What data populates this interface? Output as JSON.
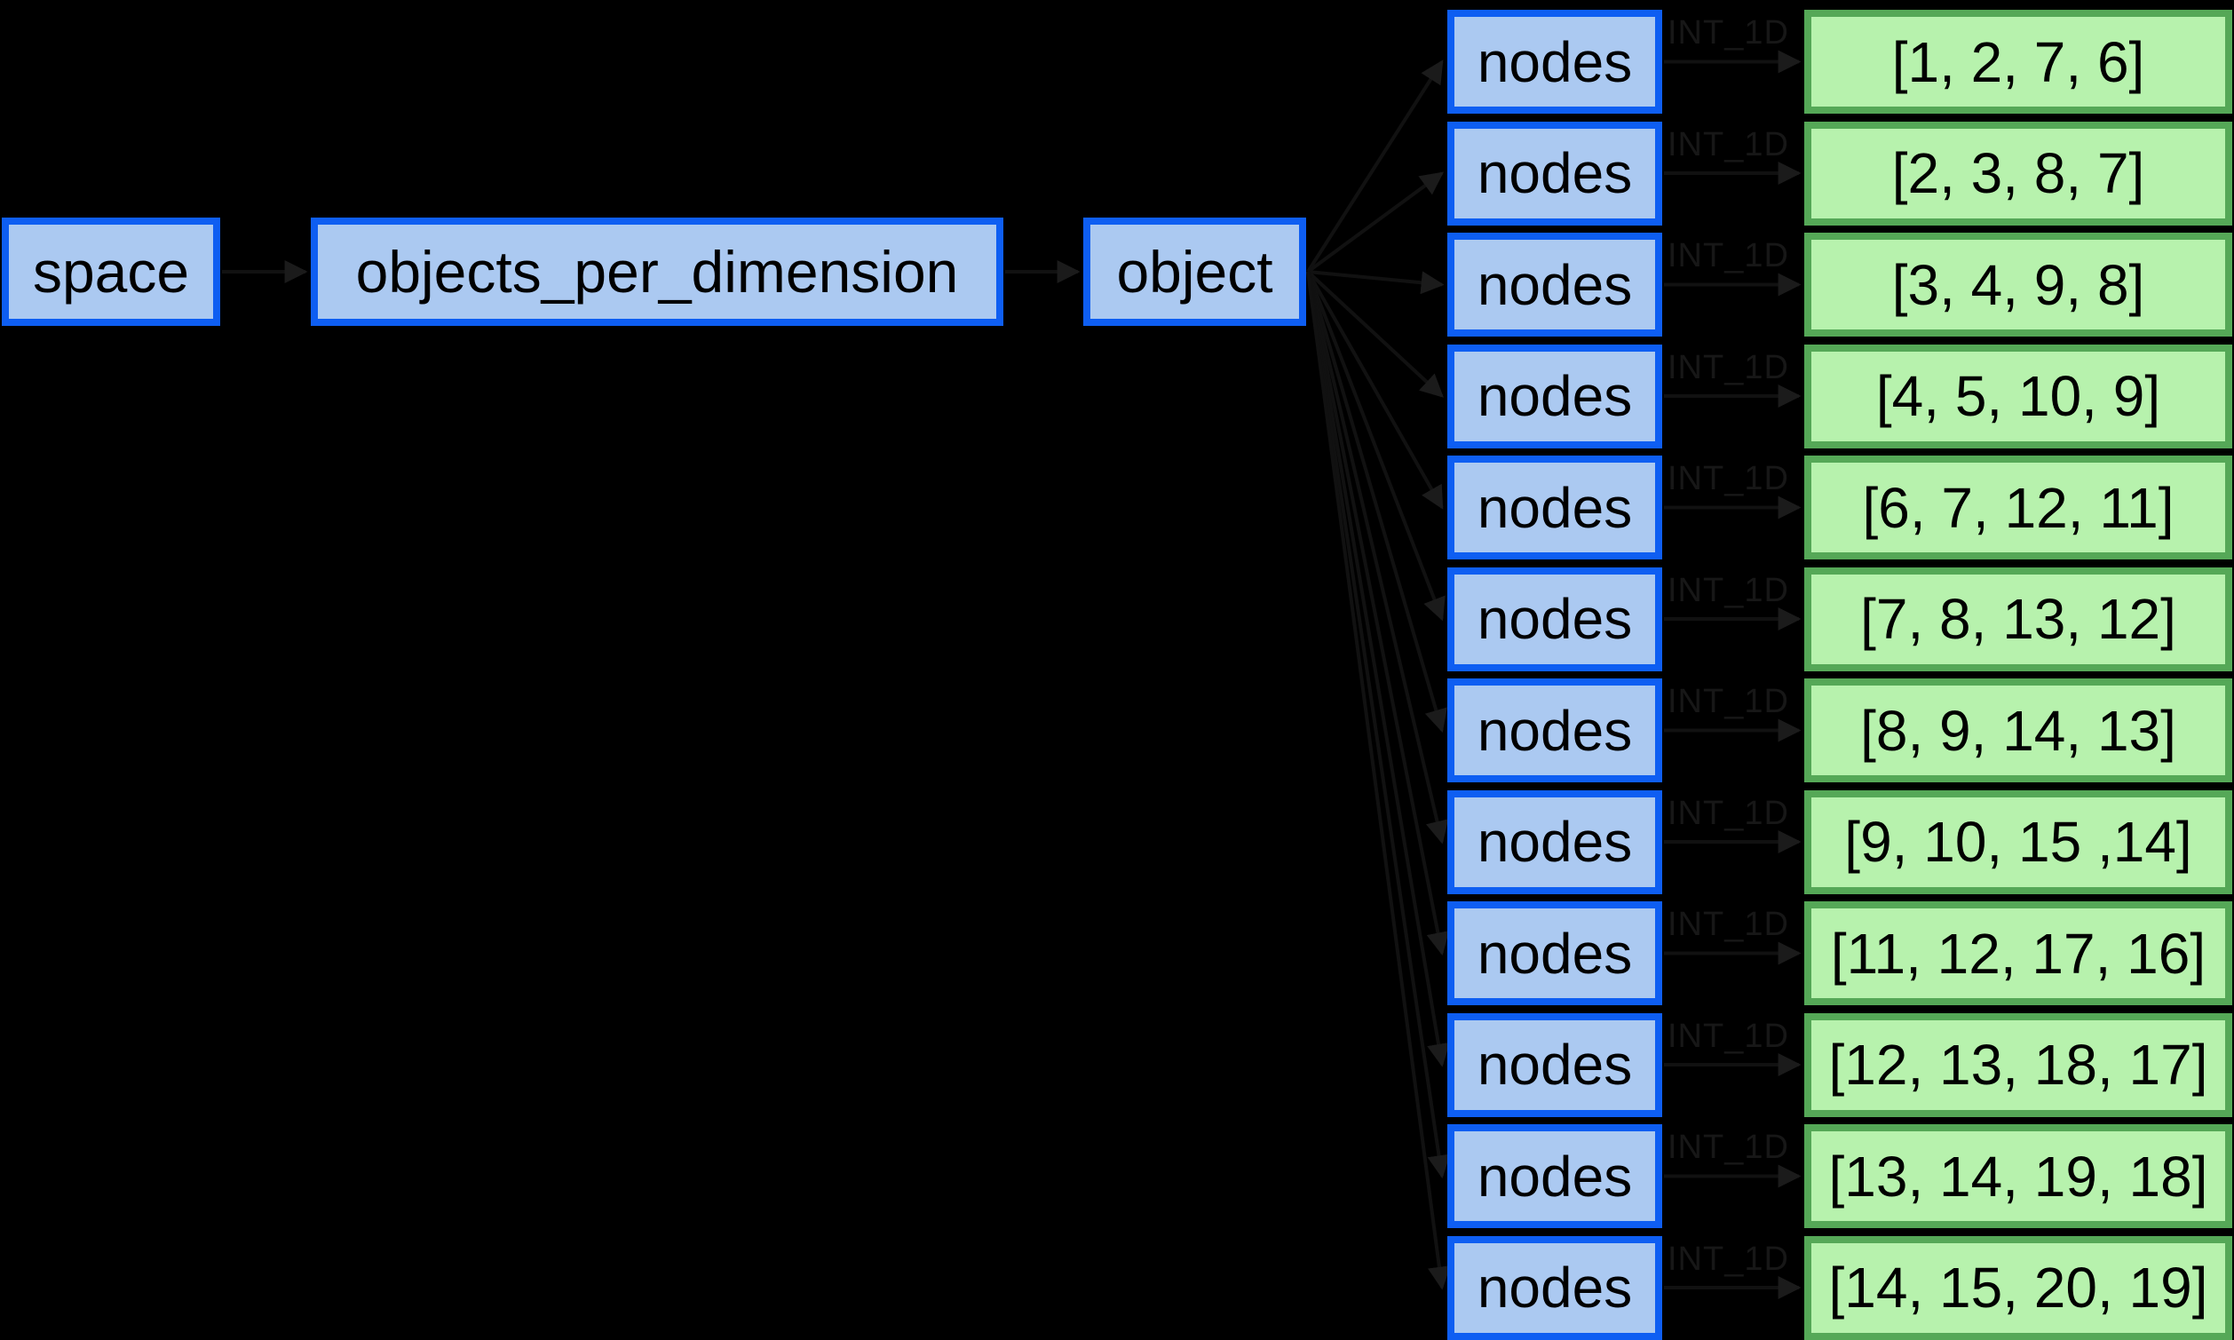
{
  "diagram": {
    "background_color": "#000000",
    "blue_node_border_color": "#0e5ef2",
    "blue_node_fill_color": "#abc9f1",
    "green_node_border_color": "#55a857",
    "green_node_fill_color": "#b7f2ad",
    "edge_label_color": "#171717",
    "chain": [
      {
        "label": "space"
      },
      {
        "label": "objects_per_dimension"
      },
      {
        "label": "object"
      }
    ],
    "rows": [
      {
        "node": "nodes",
        "edge_label": "INT_1D",
        "value": "[1, 2, 7, 6]"
      },
      {
        "node": "nodes",
        "edge_label": "INT_1D",
        "value": "[2, 3, 8, 7]"
      },
      {
        "node": "nodes",
        "edge_label": "INT_1D",
        "value": "[3, 4, 9, 8]"
      },
      {
        "node": "nodes",
        "edge_label": "INT_1D",
        "value": "[4, 5, 10, 9]"
      },
      {
        "node": "nodes",
        "edge_label": "INT_1D",
        "value": "[6, 7, 12, 11]"
      },
      {
        "node": "nodes",
        "edge_label": "INT_1D",
        "value": "[7, 8, 13, 12]"
      },
      {
        "node": "nodes",
        "edge_label": "INT_1D",
        "value": "[8, 9, 14, 13]"
      },
      {
        "node": "nodes",
        "edge_label": "INT_1D",
        "value": "[9, 10, 15 ,14]"
      },
      {
        "node": "nodes",
        "edge_label": "INT_1D",
        "value": "[11, 12, 17, 16]"
      },
      {
        "node": "nodes",
        "edge_label": "INT_1D",
        "value": "[12, 13, 18, 17]"
      },
      {
        "node": "nodes",
        "edge_label": "INT_1D",
        "value": "[13, 14, 19, 18]"
      },
      {
        "node": "nodes",
        "edge_label": "INT_1D",
        "value": "[14, 15, 20, 19]"
      }
    ]
  }
}
